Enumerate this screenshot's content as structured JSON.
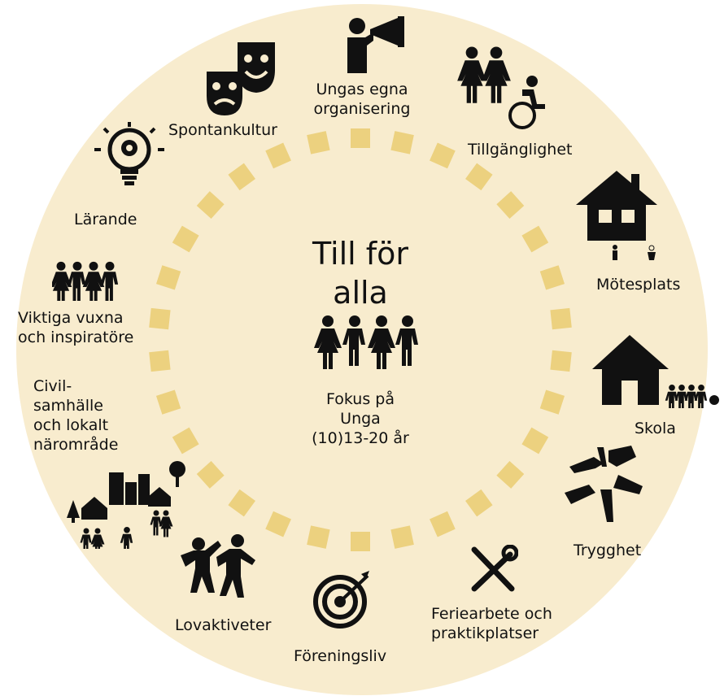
{
  "colors": {
    "disk": "#f8ecce",
    "ring": "#ecd17f",
    "icon": "#111111"
  },
  "center": {
    "title_line1": "Till för",
    "title_line2": "alla",
    "sub_line1": "Fokus på",
    "sub_line2": "Unga",
    "sub_line3": "(10)13-20 år",
    "icon": "group-of-four-people-icon"
  },
  "nodes": [
    {
      "id": "ungas-egna-organisering",
      "lines": [
        "Ungas egna",
        "organisering"
      ],
      "icon": "megaphone-person-icon"
    },
    {
      "id": "tillganglighet",
      "lines": [
        "Tillgänglighet"
      ],
      "icon": "accessibility-icon"
    },
    {
      "id": "motesplats",
      "lines": [
        "Mötesplats"
      ],
      "icon": "house-icon"
    },
    {
      "id": "skola",
      "lines": [
        "Skola"
      ],
      "icon": "school-house-icon"
    },
    {
      "id": "trygghet",
      "lines": [
        "Trygghet"
      ],
      "icon": "joined-hands-icon"
    },
    {
      "id": "feriearbete",
      "lines": [
        "Feriearbete och",
        "praktikplatser"
      ],
      "icon": "tools-icon"
    },
    {
      "id": "foreningsliv",
      "lines": [
        "Föreningsliv"
      ],
      "icon": "target-icon"
    },
    {
      "id": "lovaktiviteter",
      "lines": [
        "Lovaktiveter"
      ],
      "icon": "dancing-people-icon"
    },
    {
      "id": "civilsamhalle",
      "lines": [
        "Civil-",
        "samhälle",
        "och lokalt",
        "närområde"
      ],
      "icon": "neighborhood-icon"
    },
    {
      "id": "viktiga-vuxna",
      "lines": [
        "Viktiga vuxna",
        "och inspiratöre"
      ],
      "icon": "four-adults-icon"
    },
    {
      "id": "larande",
      "lines": [
        "Lärande"
      ],
      "icon": "lightbulb-gear-icon"
    },
    {
      "id": "spontankultur",
      "lines": [
        "Spontankultur"
      ],
      "icon": "theater-masks-icon"
    }
  ]
}
